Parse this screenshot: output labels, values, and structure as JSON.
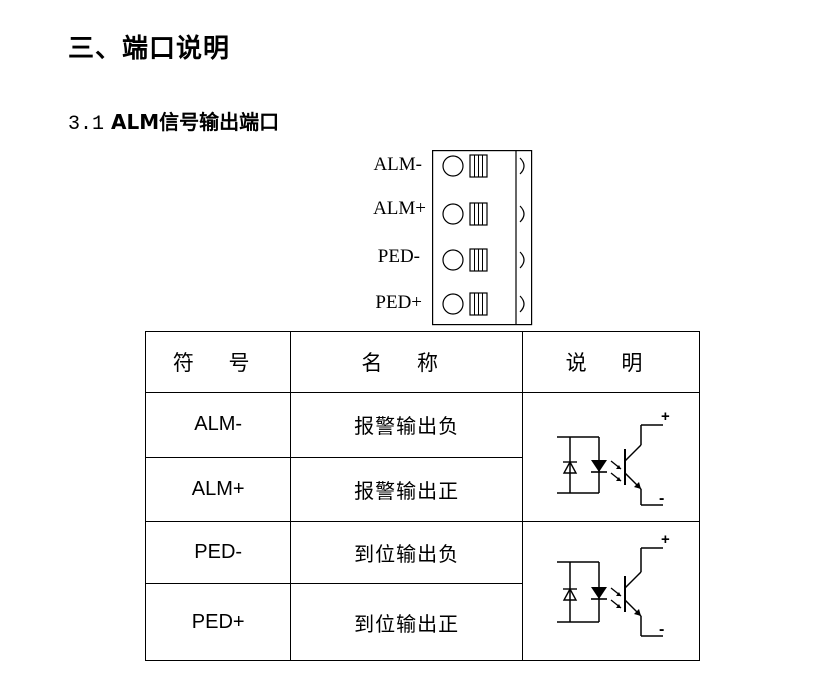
{
  "section_title": "三、端口说明",
  "subsection": {
    "number": "3.1",
    "title": "ALM信号输出端口"
  },
  "connector_pins": [
    "ALM-",
    "ALM+",
    "PED-",
    "PED+"
  ],
  "table": {
    "headers": [
      "符 号",
      "名 称",
      "说 明"
    ],
    "rows": [
      {
        "symbol": "ALM-",
        "name": "报警输出负"
      },
      {
        "symbol": "ALM+",
        "name": "报警输出正"
      },
      {
        "symbol": "PED-",
        "name": "到位输出负"
      },
      {
        "symbol": "PED+",
        "name": "到位输出正"
      }
    ],
    "optocoupler_marks": {
      "plus": "+",
      "minus": "-"
    }
  }
}
